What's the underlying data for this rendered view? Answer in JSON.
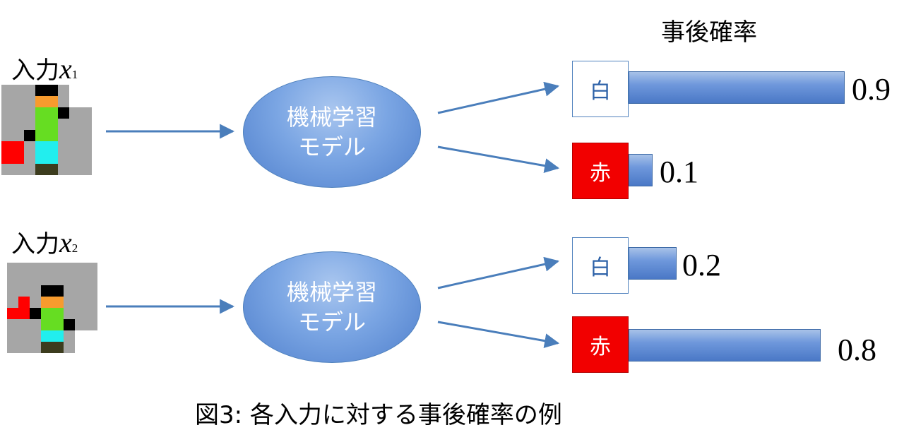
{
  "posterior_title": "事後確率",
  "caption": "図3: 各入力に対する事後確率の例",
  "examples": [
    {
      "input_label": "入力",
      "variable": "x",
      "subscript": "1",
      "model": {
        "line1": "機械学習",
        "line2": "モデル"
      },
      "classes": [
        {
          "label": "白",
          "value": 0.9,
          "value_text": "0.9"
        },
        {
          "label": "赤",
          "value": 0.1,
          "value_text": "0.1"
        }
      ]
    },
    {
      "input_label": "入力",
      "variable": "x",
      "subscript": "2",
      "model": {
        "line1": "機械学習",
        "line2": "モデル"
      },
      "classes": [
        {
          "label": "白",
          "value": 0.2,
          "value_text": "0.2"
        },
        {
          "label": "赤",
          "value": 0.8,
          "value_text": "0.8"
        }
      ]
    }
  ],
  "colors": {
    "arrow": "#4a7ebb",
    "bar": "#4f81bd",
    "white_class_text": "#2e62a8",
    "red_class_fill": "#f20000"
  }
}
